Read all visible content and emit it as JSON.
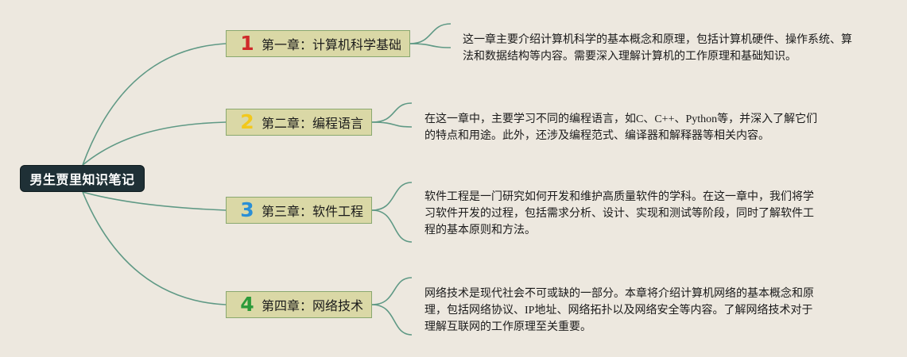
{
  "central": {
    "label": "男生贾里知识笔记"
  },
  "chapters": [
    {
      "number": "1",
      "number_color": "#cf2a2a",
      "title": "第一章：计算机科学基础",
      "description": "这一章主要介绍计算机科学的基本概念和原理，包括计算机硬件、操作系统、算法和数据结构等内容。需要深入理解计算机的工作原理和基础知识。"
    },
    {
      "number": "2",
      "number_color": "#f2c81c",
      "title": "第二章：编程语言",
      "description": "在这一章中，主要学习不同的编程语言，如C、C++、Python等，并深入了解它们的特点和用途。此外，还涉及编程范式、编译器和解释器等相关内容。"
    },
    {
      "number": "3",
      "number_color": "#2a8fd6",
      "title": "第三章：软件工程",
      "description": "软件工程是一门研究如何开发和维护高质量软件的学科。在这一章中，我们将学习软件开发的过程，包括需求分析、设计、实现和测试等阶段，同时了解软件工程的基本原则和方法。"
    },
    {
      "number": "4",
      "number_color": "#2c9a3a",
      "title": "第四章：网络技术",
      "description": "网络技术是现代社会不可或缺的一部分。本章将介绍计算机网络的基本概念和原理，包括网络协议、IP地址、网络拓扑以及网络安全等内容。了解网络技术对于理解互联网的工作原理至关重要。"
    }
  ],
  "colors": {
    "background": "#ede8df",
    "connector": "#5f9985",
    "central_fill": "#1f3036",
    "chapter_fill": "#dad8a6",
    "chapter_border": "#8aa86f"
  }
}
